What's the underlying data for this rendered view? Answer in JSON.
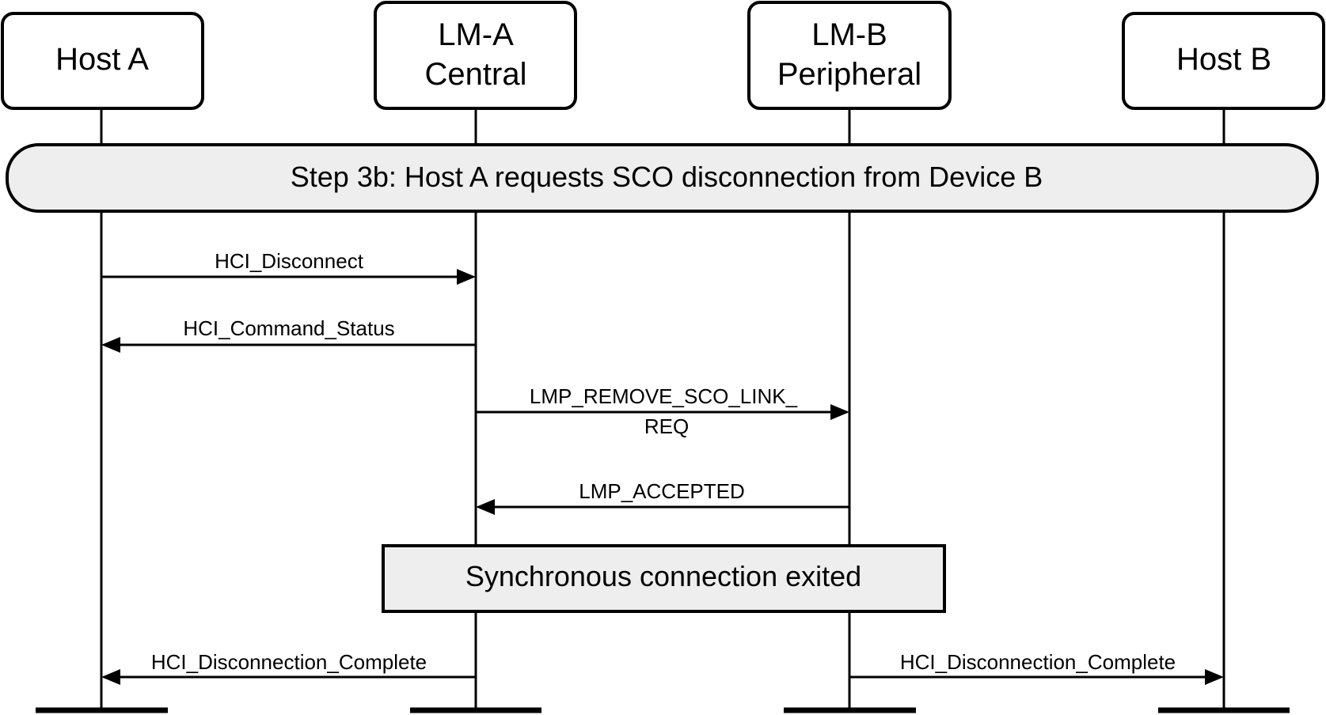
{
  "participants": [
    {
      "id": "host-a",
      "lines": [
        "Host A"
      ]
    },
    {
      "id": "lm-a",
      "lines": [
        "LM-A",
        "Central"
      ]
    },
    {
      "id": "lm-b",
      "lines": [
        "LM-B",
        "Peripheral"
      ]
    },
    {
      "id": "host-b",
      "lines": [
        "Host B"
      ]
    }
  ],
  "step_banner": {
    "label": "Step 3b:  Host A requests SCO disconnection from Device B"
  },
  "messages": [
    {
      "from": "host-a",
      "to": "lm-a",
      "lines": [
        "HCI_Disconnect"
      ]
    },
    {
      "from": "lm-a",
      "to": "host-a",
      "lines": [
        "HCI_Command_Status"
      ]
    },
    {
      "from": "lm-a",
      "to": "lm-b",
      "lines": [
        "LMP_REMOVE_SCO_LINK_",
        "REQ"
      ]
    },
    {
      "from": "lm-b",
      "to": "lm-a",
      "lines": [
        "LMP_ACCEPTED"
      ]
    },
    {
      "from": "lm-a",
      "to": "host-a",
      "lines": [
        "HCI_Disconnection_Complete"
      ]
    },
    {
      "from": "lm-b",
      "to": "host-b",
      "lines": [
        "HCI_Disconnection_Complete"
      ]
    }
  ],
  "state_note": {
    "label": "Synchronous connection exited"
  }
}
